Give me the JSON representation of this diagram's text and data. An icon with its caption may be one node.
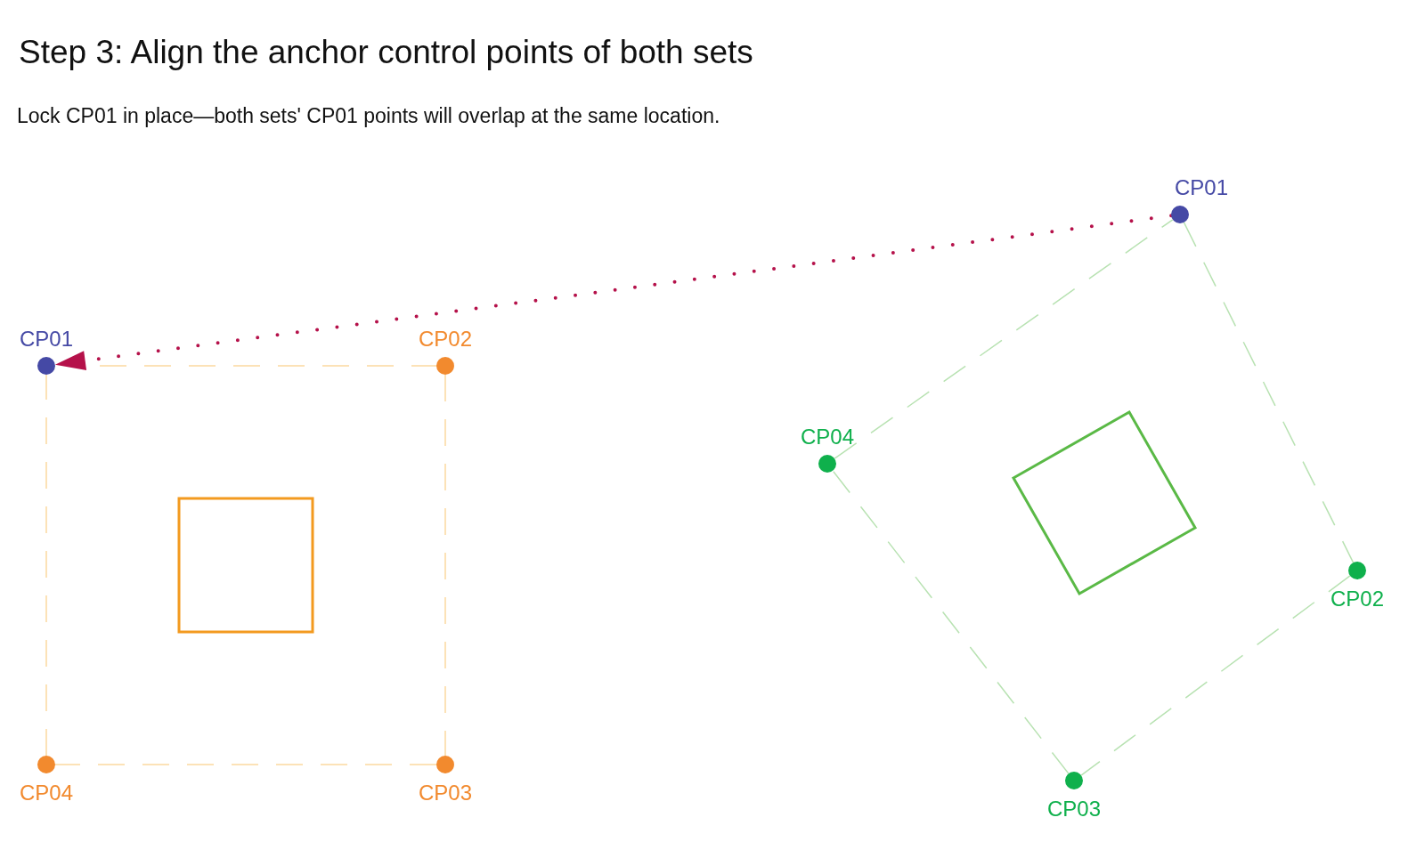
{
  "diagram": {
    "title": "Step 3: Align the anchor control points of both sets",
    "caption": "Lock CP01 in place—both sets' CP01 points will overlap at the same location.",
    "nodes": [
      {
        "text": [
          "CP01"
        ]
      },
      {
        "text": [
          "CP02"
        ]
      },
      {
        "text": [
          "CP03"
        ]
      },
      {
        "text": [
          "CP04"
        ]
      },
      {
        "text": [
          "CP01"
        ]
      },
      {
        "text": [
          "CP02"
        ]
      },
      {
        "text": [
          "CP03"
        ]
      },
      {
        "text": [
          "CP04"
        ]
      },
      {
        "text": [],
        "shape": "box"
      },
      {
        "text": [],
        "shape": "box"
      }
    ],
    "edges": [
      {
        "from": 0,
        "to": 1,
        "arrow": "none",
        "style": "dashed",
        "color": "#fcd9a0"
      },
      {
        "from": 1,
        "to": 2,
        "arrow": "none",
        "style": "dashed",
        "color": "#fcd9a0"
      },
      {
        "from": 2,
        "to": 3,
        "arrow": "none",
        "style": "dashed",
        "color": "#fcd9a0"
      },
      {
        "from": 3,
        "to": 0,
        "arrow": "none",
        "style": "dashed",
        "color": "#fcd9a0"
      },
      {
        "from": 4,
        "to": 5,
        "arrow": "none",
        "style": "dashed",
        "color": "#b8e2b2"
      },
      {
        "from": 5,
        "to": 6,
        "arrow": "none",
        "style": "dashed",
        "color": "#b8e2b2"
      },
      {
        "from": 6,
        "to": 7,
        "arrow": "none",
        "style": "dashed",
        "color": "#b8e2b2"
      },
      {
        "from": 7,
        "to": 4,
        "arrow": "none",
        "style": "dashed",
        "color": "#b8e2b2"
      },
      {
        "from": 4,
        "to": 0,
        "arrow": "to",
        "style": "dashed",
        "color": "#b5114a"
      }
    ]
  }
}
